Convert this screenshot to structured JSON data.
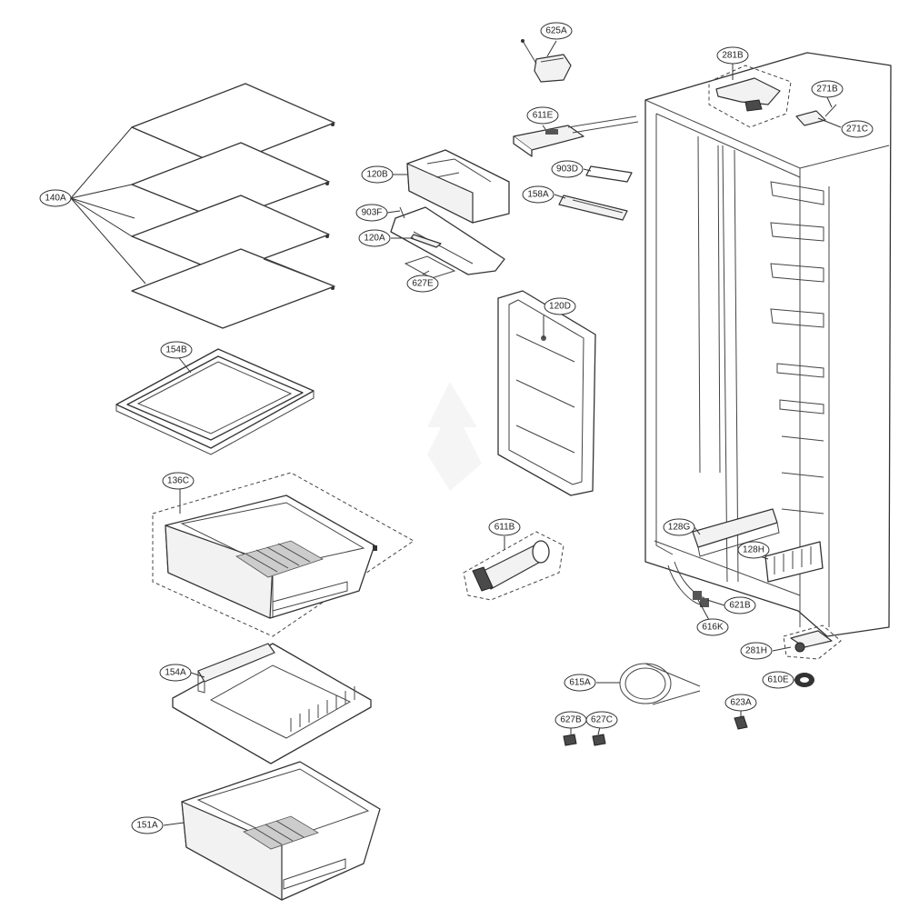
{
  "diagram": {
    "type": "exploded-parts-view",
    "watermark_text": "",
    "callouts": [
      {
        "id": "140A",
        "label": "140A"
      },
      {
        "id": "154B",
        "label": "154B"
      },
      {
        "id": "136C",
        "label": "136C"
      },
      {
        "id": "154A",
        "label": "154A"
      },
      {
        "id": "151A",
        "label": "151A"
      },
      {
        "id": "625A",
        "label": "625A"
      },
      {
        "id": "611E",
        "label": "611E"
      },
      {
        "id": "120B",
        "label": "120B"
      },
      {
        "id": "903D",
        "label": "903D"
      },
      {
        "id": "158A",
        "label": "158A"
      },
      {
        "id": "903F",
        "label": "903F"
      },
      {
        "id": "120A",
        "label": "120A"
      },
      {
        "id": "627E",
        "label": "627E"
      },
      {
        "id": "120D",
        "label": "120D"
      },
      {
        "id": "611B",
        "label": "611B"
      },
      {
        "id": "281B",
        "label": "281B"
      },
      {
        "id": "271B",
        "label": "271B"
      },
      {
        "id": "271C",
        "label": "271C"
      },
      {
        "id": "128G",
        "label": "128G"
      },
      {
        "id": "128H",
        "label": "128H"
      },
      {
        "id": "621B",
        "label": "621B"
      },
      {
        "id": "616K",
        "label": "616K"
      },
      {
        "id": "281H",
        "label": "281H"
      },
      {
        "id": "610E",
        "label": "610E"
      },
      {
        "id": "615A",
        "label": "615A"
      },
      {
        "id": "623A",
        "label": "623A"
      },
      {
        "id": "627B",
        "label": "627B"
      },
      {
        "id": "627C",
        "label": "627C"
      }
    ]
  }
}
